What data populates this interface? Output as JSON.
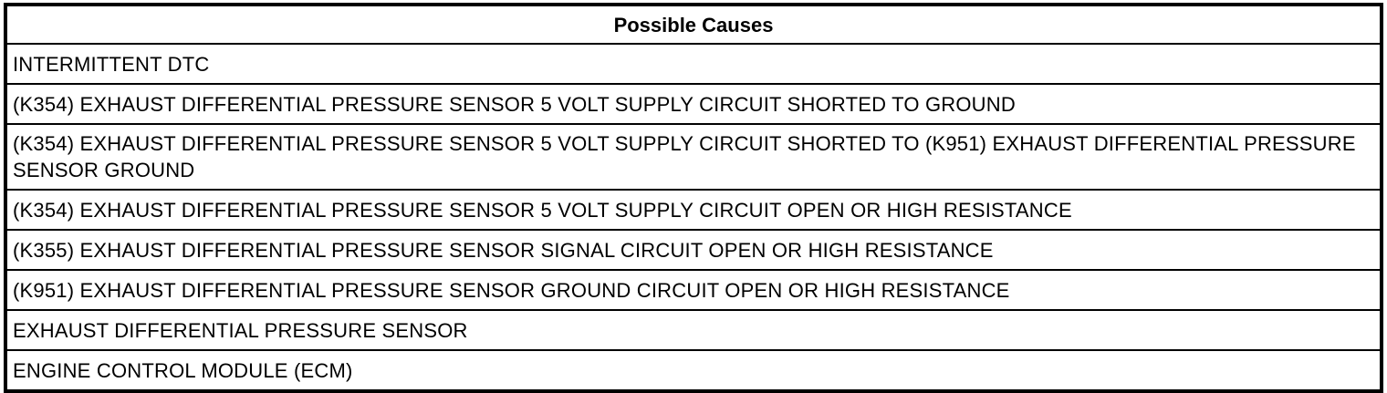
{
  "table": {
    "header": "Possible Causes",
    "colors": {
      "border": "#000000",
      "text": "#000000",
      "background": "#ffffff"
    },
    "rows": [
      "INTERMITTENT DTC",
      "(K354) EXHAUST DIFFERENTIAL PRESSURE SENSOR 5 VOLT SUPPLY CIRCUIT SHORTED TO GROUND",
      "(K354) EXHAUST DIFFERENTIAL PRESSURE SENSOR 5 VOLT SUPPLY CIRCUIT SHORTED TO (K951) EXHAUST DIFFERENTIAL PRESSURE SENSOR GROUND",
      "(K354) EXHAUST DIFFERENTIAL PRESSURE SENSOR 5 VOLT SUPPLY CIRCUIT OPEN OR HIGH RESISTANCE",
      "(K355) EXHAUST DIFFERENTIAL PRESSURE SENSOR SIGNAL CIRCUIT OPEN OR HIGH RESISTANCE",
      "(K951) EXHAUST DIFFERENTIAL PRESSURE SENSOR GROUND CIRCUIT OPEN OR HIGH RESISTANCE",
      "EXHAUST DIFFERENTIAL PRESSURE SENSOR",
      "ENGINE CONTROL MODULE (ECM)"
    ]
  }
}
